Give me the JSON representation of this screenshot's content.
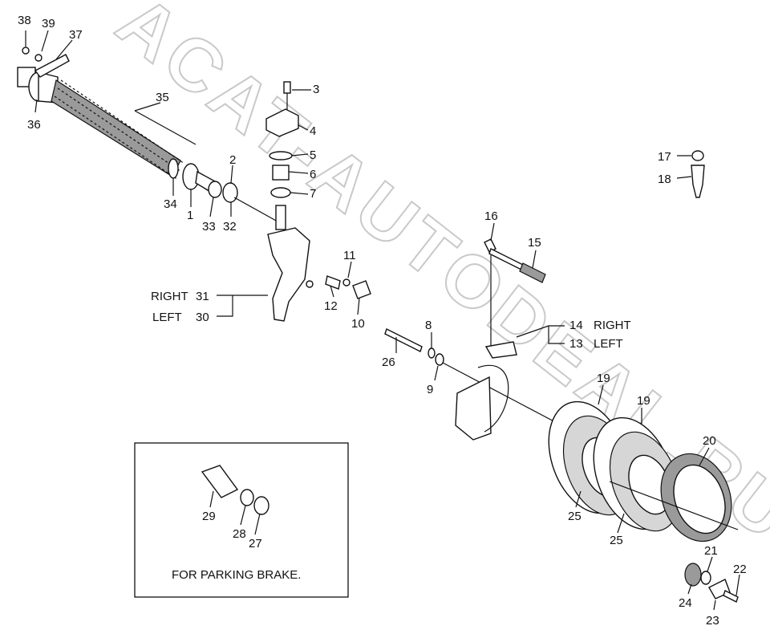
{
  "watermark": "ACAT-AUTODEAL.RU",
  "inset_caption": "FOR PARKING BRAKE.",
  "callouts": {
    "c1": "1",
    "c2": "2",
    "c3": "3",
    "c4": "4",
    "c5": "5",
    "c6": "6",
    "c7": "7",
    "c8": "8",
    "c9": "9",
    "c10": "10",
    "c11": "11",
    "c12": "12",
    "c13": "13",
    "c14": "14",
    "c15": "15",
    "c16": "16",
    "c17": "17",
    "c18": "18",
    "c19a": "19",
    "c19b": "19",
    "c20": "20",
    "c21": "21",
    "c22": "22",
    "c23": "23",
    "c24": "24",
    "c25a": "25",
    "c25b": "25",
    "c26": "26",
    "c27": "27",
    "c28": "28",
    "c29": "29",
    "c30": "30",
    "c31": "31",
    "c32": "32",
    "c33": "33",
    "c34": "34",
    "c35": "35",
    "c36": "36",
    "c37": "37",
    "c38": "38",
    "c39": "39"
  },
  "side_labels": {
    "right_31": "RIGHT",
    "left_30": "LEFT",
    "right_14": "RIGHT",
    "left_13": "LEFT"
  },
  "colors": {
    "line": "#111111",
    "watermark": "#c9c9c9",
    "fill": "#ffffff"
  }
}
